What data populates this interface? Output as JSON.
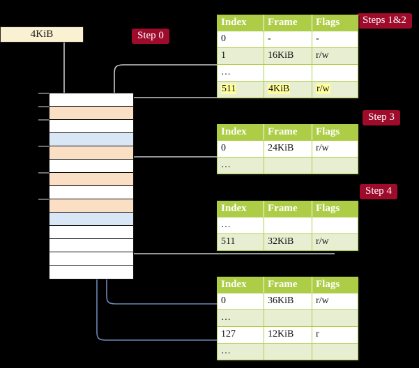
{
  "diagram": {
    "title_absent": true,
    "background_color": "#000000",
    "accent_header_color": "#aecd46",
    "badge_color": "#9e0b2b",
    "highlight_color": "#ffff9e",
    "memory_peach_color": "#fbdfc4",
    "memory_blue_color": "#d9e6f5",
    "address_box_color": "#faf0d2"
  },
  "address_box": {
    "label": "4KiB"
  },
  "badges": [
    {
      "label": "Step 0",
      "name": "step-0-badge"
    },
    {
      "label": "Steps 1&2",
      "name": "steps-1-2-badge"
    },
    {
      "label": "Step 3",
      "name": "step-3-badge"
    },
    {
      "label": "Step 4",
      "name": "step-4-badge"
    }
  ],
  "tables": [
    {
      "name": "page-table-level-1",
      "columns": [
        "Index",
        "Frame",
        "Flags"
      ],
      "rows": [
        {
          "index": "0",
          "frame": "-",
          "flags": "-",
          "style": "plain",
          "highlight": false
        },
        {
          "index": "1",
          "frame": "16KiB",
          "flags": "r/w",
          "style": "alt",
          "highlight": false
        },
        {
          "index": "…",
          "frame": "",
          "flags": "",
          "style": "plain",
          "highlight": false
        },
        {
          "index": "511",
          "frame": "4KiB",
          "flags": "r/w",
          "style": "alt",
          "highlight": true
        }
      ]
    },
    {
      "name": "page-table-level-2",
      "columns": [
        "Index",
        "Frame",
        "Flags"
      ],
      "rows": [
        {
          "index": "0",
          "frame": "24KiB",
          "flags": "r/w",
          "style": "plain",
          "highlight": false
        },
        {
          "index": "…",
          "frame": "",
          "flags": "",
          "style": "alt",
          "highlight": false
        }
      ]
    },
    {
      "name": "page-table-level-3",
      "columns": [
        "Index",
        "Frame",
        "Flags"
      ],
      "rows": [
        {
          "index": "…",
          "frame": "",
          "flags": "",
          "style": "plain",
          "highlight": false
        },
        {
          "index": "511",
          "frame": "32KiB",
          "flags": "r/w",
          "style": "alt",
          "highlight": false
        }
      ]
    },
    {
      "name": "page-table-level-4",
      "columns": [
        "Index",
        "Frame",
        "Flags"
      ],
      "rows": [
        {
          "index": "0",
          "frame": "36KiB",
          "flags": "r/w",
          "style": "plain",
          "highlight": false
        },
        {
          "index": "…",
          "frame": "",
          "flags": "",
          "style": "alt",
          "highlight": false
        },
        {
          "index": "127",
          "frame": "12KiB",
          "flags": "r",
          "style": "plain",
          "highlight": false
        },
        {
          "index": "…",
          "frame": "",
          "flags": "",
          "style": "alt",
          "highlight": false
        }
      ]
    }
  ],
  "memory_column": {
    "name": "physical-memory-column",
    "rows": [
      {
        "fill": "white",
        "tick": true
      },
      {
        "fill": "peach",
        "tick": true
      },
      {
        "fill": "white",
        "tick": true
      },
      {
        "fill": "blue",
        "tick": false
      },
      {
        "fill": "peach",
        "tick": true
      },
      {
        "fill": "white",
        "tick": false
      },
      {
        "fill": "peach",
        "tick": true
      },
      {
        "fill": "white",
        "tick": false
      },
      {
        "fill": "peach",
        "tick": true
      },
      {
        "fill": "blue",
        "tick": false
      },
      {
        "fill": "white",
        "tick": false
      },
      {
        "fill": "white",
        "tick": false
      },
      {
        "fill": "white",
        "tick": false
      },
      {
        "fill": "white",
        "tick": false
      }
    ]
  },
  "connectors": {
    "gray_color": "#c9c9c9",
    "blue_color": "#6e88b8",
    "count_gray": 5,
    "count_blue": 2
  }
}
